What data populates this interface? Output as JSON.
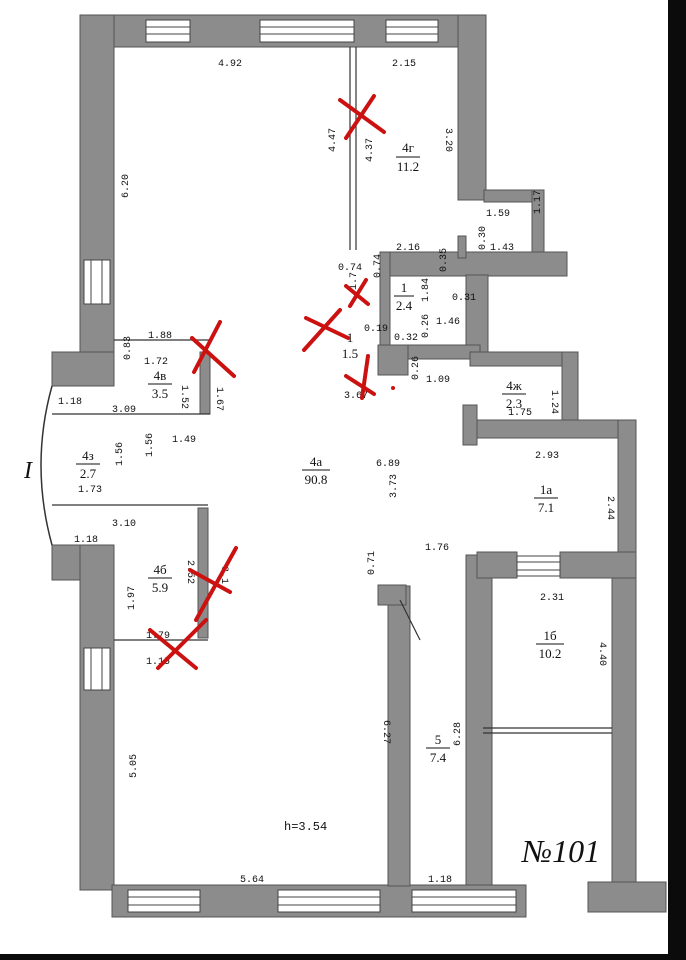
{
  "plan": {
    "number": "№101",
    "height_label": "h=3.54",
    "section_mark": "I",
    "colors": {
      "wall": "#8c8c8c",
      "wall_edge": "#555555",
      "line": "#333333",
      "cross": "#cc1111"
    }
  },
  "rooms": [
    {
      "id": "4g",
      "number": "4г",
      "area": "11.2"
    },
    {
      "id": "1",
      "number": "1",
      "area": "2.4"
    },
    {
      "id": "1v",
      "number": "1",
      "area": "1.5"
    },
    {
      "id": "4v",
      "number": "4в",
      "area": "3.5"
    },
    {
      "id": "4z",
      "number": "4з",
      "area": "2.7"
    },
    {
      "id": "4a",
      "number": "4а",
      "area": "90.8"
    },
    {
      "id": "4zh",
      "number": "4ж",
      "area": "2.3"
    },
    {
      "id": "1a",
      "number": "1а",
      "area": "7.1"
    },
    {
      "id": "4b",
      "number": "4б",
      "area": "5.9"
    },
    {
      "id": "1b",
      "number": "1б",
      "area": "10.2"
    },
    {
      "id": "5",
      "number": "5",
      "area": "7.4"
    }
  ],
  "dims": [
    "4.92",
    "2.15",
    "3.20",
    "4.47",
    "4.37",
    "6.20",
    "1.59",
    "1.17",
    "2.16",
    "0.30",
    "1.43",
    "0.74",
    "0.74",
    "0.35",
    "1.7",
    "1.84",
    "0.31",
    "0.19",
    "0.32",
    "0.26",
    "1.46",
    "1.88",
    "0.83",
    "1.72",
    "1.52",
    "1.67",
    "1.18",
    "3.09",
    "1.56",
    "1.56",
    "1.49",
    "1.73",
    "3.10",
    "1.18",
    "0.26",
    "1.09",
    "1.24",
    "1.75",
    "2.93",
    "2.44",
    "6.89",
    "3.73",
    "1.76",
    "0.71",
    "2.31",
    "4.40",
    "1.97",
    "2.52",
    "1.79",
    "1.15",
    "5.05",
    "6.27",
    "6.28",
    "5.64",
    "1.18",
    "3.1",
    "3.67"
  ]
}
